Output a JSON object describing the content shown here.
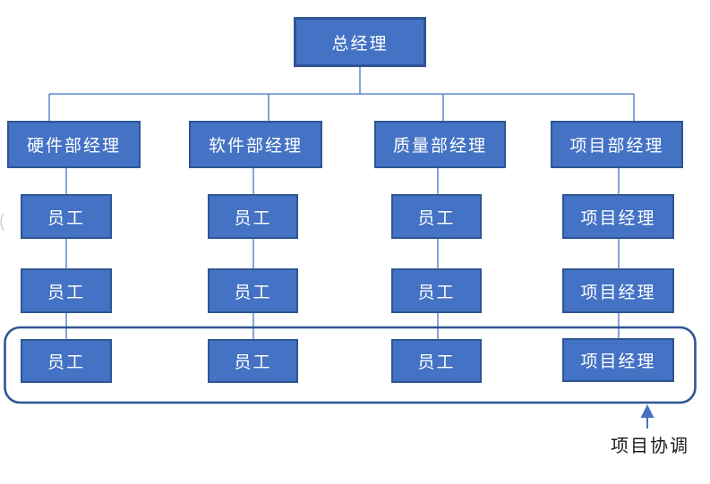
{
  "diagram": {
    "title": "org-chart",
    "root": {
      "label": "总经理"
    },
    "departments": [
      {
        "label": "硬件部经理",
        "children": [
          "员工",
          "员工",
          "员工"
        ]
      },
      {
        "label": "软件部经理",
        "children": [
          "员工",
          "员工",
          "员工"
        ]
      },
      {
        "label": "质量部经理",
        "children": [
          "员工",
          "员工",
          "员工"
        ]
      },
      {
        "label": "项目部经理",
        "children": [
          "项目经理",
          "项目经理",
          "项目经理"
        ]
      }
    ],
    "annotation": {
      "label": "项目协调"
    },
    "colors": {
      "box_fill": "#4472C4",
      "box_border": "#2E5693",
      "connector": "#4472C4",
      "group_outline": "#2E5693",
      "box_text": "#FFFFFF",
      "annotation_text": "#1A1A1A"
    }
  }
}
